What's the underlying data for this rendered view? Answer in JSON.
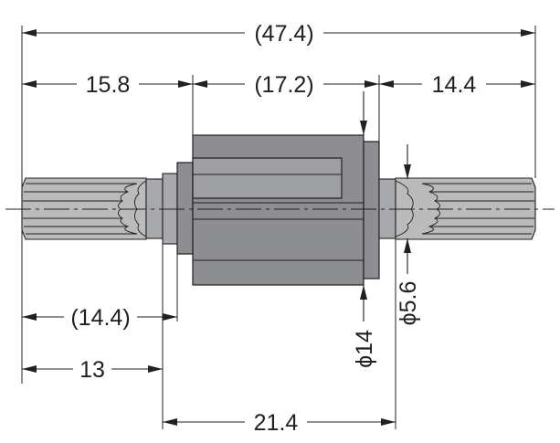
{
  "dimensions": {
    "overall_length": "(47.4)",
    "left_spline_length": "15.8",
    "body_length": "(17.2)",
    "right_spline_length": "14.4",
    "left_spline_reference": "(14.4)",
    "left_offset": "13",
    "collar_span": "21.4",
    "body_diameter": "ϕ14",
    "neck_diameter": "ϕ5.6"
  }
}
